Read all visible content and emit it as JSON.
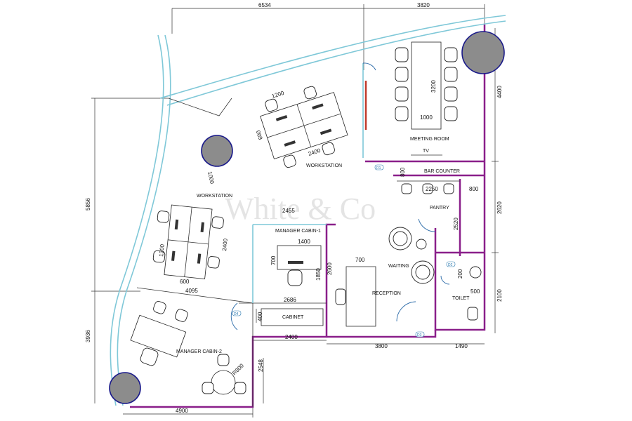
{
  "watermark": "White & Co",
  "dimensions": {
    "top_left": "6534",
    "top_right": "3820",
    "left_upper": "5856",
    "left_lower": "3936",
    "bottom_left": "4900",
    "bottom_mid": "2400",
    "bottom_reception": "3800",
    "bottom_toilet": "1490",
    "right_upper": "4400",
    "right_mid": "2620",
    "right_lower": "2100",
    "mc2_side": "2548",
    "cabinet_height": "400",
    "mc1_wall": "2686",
    "mc1_height": "1850",
    "mc1_desk_w": "1400",
    "mc1_desk_d": "700",
    "mc1_top": "2455",
    "reception_h": "2600",
    "reception_desk": "700",
    "pantry_h": "2520",
    "bar_w": "2250",
    "bar_r": "800",
    "bar_l": "800",
    "toilet_w": "500",
    "toilet_d": "200",
    "meeting_w": "1000",
    "meeting_l": "3200",
    "ws_top": "1200",
    "ws_left": "600",
    "ws_bottom": "2400",
    "ws2_top": "1000",
    "ws2_left": "1200",
    "ws2_right": "2400",
    "ws2_small": "600",
    "ws2_bottom": "4095",
    "round_table": "R800"
  },
  "rooms": {
    "meeting_room": "MEETING ROOM",
    "tv": "TV",
    "workstation_top": "WORKSTATION",
    "workstation_left": "WORKSTATION",
    "bar_counter": "BAR COUNTER",
    "pantry": "PANTRY",
    "manager_cabin_1": "MANAGER CABIN-1",
    "waiting": "WAITING",
    "reception": "RECEPTION",
    "toilet": "TOILET",
    "cabinet": "CABINET",
    "manager_cabin_2": "MANAGER CABIN-2"
  },
  "door_tags": {
    "d1": "D1",
    "d2": "D2",
    "d3": "D3",
    "d4": "D4"
  },
  "colors": {
    "wall": "#8a1f8a",
    "glass": "#7fc8d8",
    "column": "#8c8c8c",
    "door": "#2a6aa8"
  }
}
